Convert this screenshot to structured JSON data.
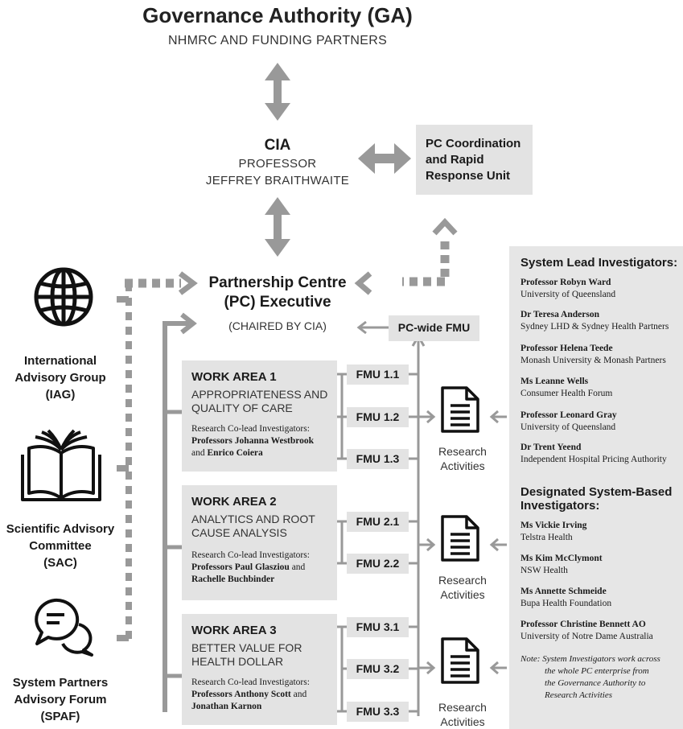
{
  "governance": {
    "title": "Governance Authority (GA)",
    "subtitle": "NHMRC AND FUNDING PARTNERS"
  },
  "cia": {
    "title": "CIA",
    "line1": "PROFESSOR",
    "line2": "JEFFREY BRAITHWAITE"
  },
  "coordination": {
    "line1": "PC Coordination",
    "line2": "and Rapid",
    "line3": "Response Unit"
  },
  "pc_executive": {
    "line1": "Partnership Centre",
    "line2": "(PC) Executive",
    "subtitle": "(CHAIRED BY CIA)"
  },
  "pc_wide_fmu": "PC-wide FMU",
  "advisory": [
    {
      "line1": "International",
      "line2": "Advisory Group",
      "line3": "(IAG)",
      "icon": "globe-icon"
    },
    {
      "line1": "Scientific Advisory",
      "line2": "Committee",
      "line3": "(SAC)",
      "icon": "book-icon"
    },
    {
      "line1": "System Partners",
      "line2": "Advisory Forum",
      "line3": "(SPAF)",
      "icon": "chat-icon"
    }
  ],
  "work_areas": [
    {
      "title": "WORK AREA 1",
      "sub1": "APPROPRIATENESS AND",
      "sub2": "QUALITY OF CARE",
      "lead_label": "Research Co-lead Investigators:",
      "lead1": "Professors Johanna Westbrook",
      "lead_and": "and ",
      "lead2": "Enrico Coiera"
    },
    {
      "title": "WORK AREA 2",
      "sub1": "ANALYTICS AND ROOT",
      "sub2": "CAUSE ANALYSIS",
      "lead_label": "Research Co-lead Investigators:",
      "lead1": "Professors Paul Glasziou",
      "lead_and": " and",
      "lead2": "Rachelle Buchbinder"
    },
    {
      "title": "WORK AREA 3",
      "sub1": "BETTER VALUE FOR",
      "sub2": "HEALTH DOLLAR",
      "lead_label": "Research Co-lead Investigators:",
      "lead1": "Professors Anthony Scott",
      "lead_and": " and",
      "lead2": "Jonathan Karnon"
    }
  ],
  "fmus": [
    "FMU 1.1",
    "FMU 1.2",
    "FMU 1.3",
    "FMU 2.1",
    "FMU 2.2",
    "FMU 3.1",
    "FMU 3.2",
    "FMU 3.3"
  ],
  "research_activities": {
    "line1": "Research",
    "line2": "Activities"
  },
  "system_lead": {
    "heading": "System Lead Investigators:",
    "people": [
      {
        "name": "Professor Robyn Ward",
        "org": "University of Queensland"
      },
      {
        "name": "Dr Teresa Anderson",
        "org": "Sydney LHD & Sydney Health Partners"
      },
      {
        "name": "Professor Helena Teede",
        "org": "Monash University & Monash  Partners"
      },
      {
        "name": "Ms Leanne Wells",
        "org": "Consumer Health Forum"
      },
      {
        "name": "Professor Leonard Gray",
        "org": "University of Queensland"
      },
      {
        "name": "Dr Trent Yeend",
        "org": "Independent Hospital Pricing Authority"
      }
    ]
  },
  "designated": {
    "heading1": "Designated System-Based",
    "heading2": "Investigators:",
    "people": [
      {
        "name": "Ms Vickie Irving",
        "org": "Telstra Health"
      },
      {
        "name": "Ms Kim McClymont",
        "org": "NSW Health"
      },
      {
        "name": "Ms Annette Schmeide",
        "org": "Bupa Health Foundation"
      },
      {
        "name": "Professor Christine Bennett AO",
        "org": "University of Notre Dame Australia"
      }
    ]
  },
  "note": {
    "prefix": "Note:",
    "line1": "System Investigators work across",
    "line2": "the whole PC enterprise from",
    "line3": "the Governance Authority to",
    "line4": "Research Activities"
  },
  "colors": {
    "arrow": "#999999",
    "box": "#e3e3e3",
    "panel": "#e6e6e6",
    "text": "#1a1a1a"
  }
}
